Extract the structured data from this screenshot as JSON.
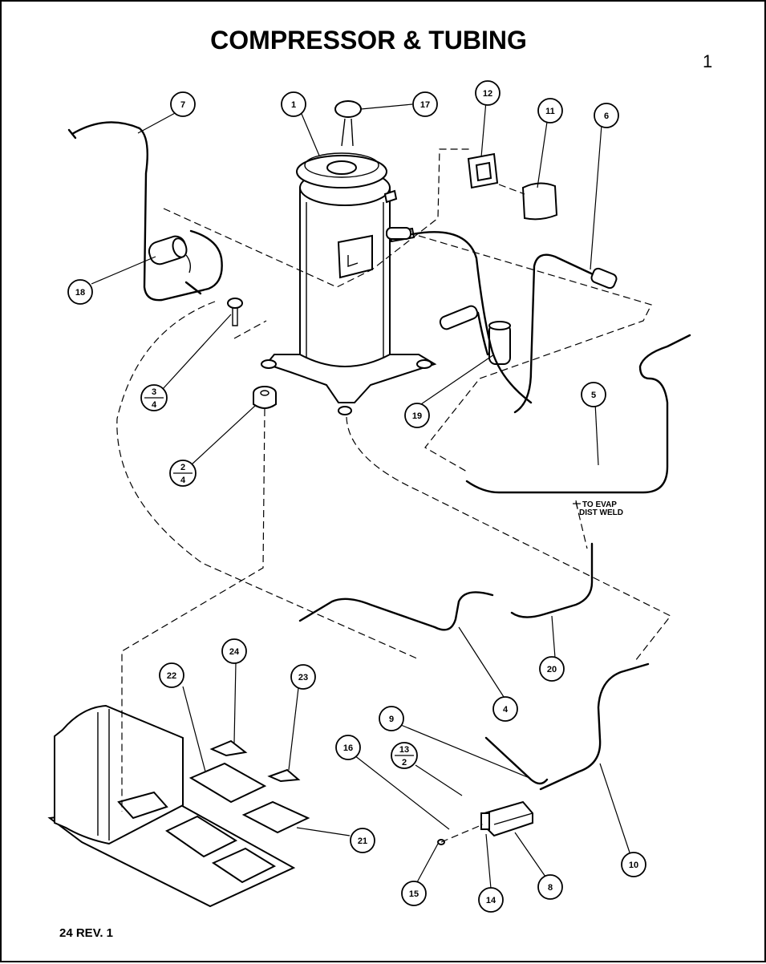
{
  "title": "COMPRESSOR & TUBING",
  "page_number": "1",
  "footer": "24 REV. 1",
  "note": {
    "line1": "TO EVAP",
    "line2": "DIST WELD"
  },
  "callouts": {
    "c1": "1",
    "c2": {
      "top": "2",
      "bottom": "4"
    },
    "c3": {
      "top": "3",
      "bottom": "4"
    },
    "c4": "4",
    "c5": "5",
    "c6": "6",
    "c7": "7",
    "c8": "8",
    "c9": "9",
    "c10": "10",
    "c11": "11",
    "c12": "12",
    "c13": {
      "top": "13",
      "bottom": "2"
    },
    "c14": "14",
    "c15": "15",
    "c16": "16",
    "c17": "17",
    "c18": "18",
    "c19": "19",
    "c20": "20",
    "c21": "21",
    "c22": "22",
    "c23": "23",
    "c24": "24"
  }
}
